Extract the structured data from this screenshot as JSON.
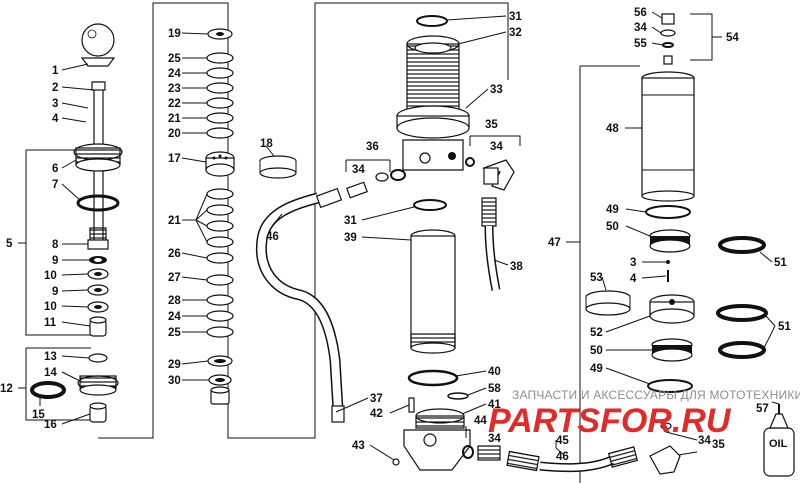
{
  "callouts": {
    "c1": "1",
    "c2": "2",
    "c3a": "3",
    "c4a": "4",
    "c5": "5",
    "c6": "6",
    "c7": "7",
    "c8": "8",
    "c9a": "9",
    "c10a": "10",
    "c9b": "9",
    "c10b": "10",
    "c11": "11",
    "c12": "12",
    "c13": "13",
    "c14": "14",
    "c15": "15",
    "c16": "16",
    "c19": "19",
    "c25a": "25",
    "c24a": "24",
    "c23": "23",
    "c22": "22",
    "c21a": "21",
    "c20": "20",
    "c17": "17",
    "c18": "18",
    "c21b": "21",
    "c26": "26",
    "c27": "27",
    "c28": "28",
    "c24b": "24",
    "c25b": "25",
    "c29": "29",
    "c30": "30",
    "c31a": "31",
    "c32": "32",
    "c33": "33",
    "c35a": "35",
    "c36": "36",
    "c34a": "34",
    "c34b": "34",
    "c46": "46",
    "c31b": "31",
    "c39": "39",
    "c38": "38",
    "c37": "37",
    "c40": "40",
    "c58": "58",
    "c42": "42",
    "c41": "41",
    "c43": "43",
    "c44": "44",
    "c34c": "34",
    "c45": "45",
    "c46b": "46",
    "c35b": "35",
    "c34d": "34",
    "c56": "56",
    "c34e": "34",
    "c55": "55",
    "c54": "54",
    "c48": "48",
    "c47": "47",
    "c49a": "49",
    "c50a": "50",
    "c51a": "51",
    "c3b": "3",
    "c4b": "4",
    "c53": "53",
    "c52": "52",
    "c51b": "51",
    "c50b": "50",
    "c49b": "49",
    "c57": "57"
  },
  "watermark": {
    "text": "ЗАПЧАСТИ И АКСЕССУАРЫ ДЛЯ МОТОТЕХНИКИ",
    "logo": "PARTSFOR.RU",
    "color": "#e12b2b"
  },
  "oil_bottle_label": "OIL"
}
